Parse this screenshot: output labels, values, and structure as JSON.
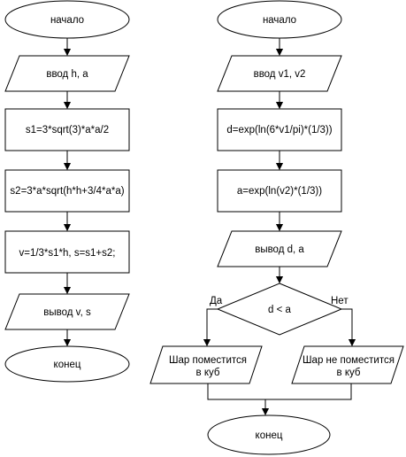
{
  "left": {
    "start": "начало",
    "input": "ввод h, a",
    "step1": "s1=3*sqrt(3)*a*a/2",
    "step2": "s2=3*a*sqrt(h*h+3/4*a*a)",
    "step3": "v=1/3*s1*h, s=s1+s2;",
    "output": "вывод v, s",
    "end": "конец"
  },
  "right": {
    "start": "начало",
    "input": "ввод v1, v2",
    "step1": "d=exp(ln(6*v1/pi)*(1/3))",
    "step2": "a=exp(ln(v2)*(1/3))",
    "output": "вывод d, a",
    "decision": "d < a",
    "yes_label": "Да",
    "no_label": "Нет",
    "yes_line1": "Шар поместится",
    "yes_line2": "в куб",
    "no_line1": "Шар не поместится",
    "no_line2": "в куб",
    "end": "конец"
  }
}
